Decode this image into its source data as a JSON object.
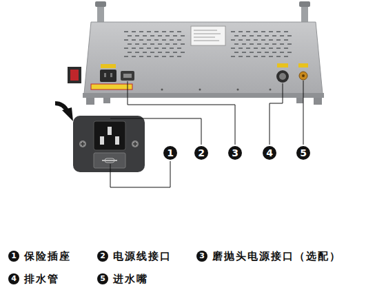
{
  "diagram": {
    "nodes": [
      {
        "text": [
          "1"
        ]
      },
      {
        "text": [
          "2"
        ]
      },
      {
        "text": [
          "3"
        ]
      },
      {
        "text": [
          "4"
        ]
      },
      {
        "text": [
          "5"
        ]
      },
      {
        "text": [
          "1"
        ]
      },
      {
        "text": [
          "2"
        ]
      },
      {
        "text": [
          "3"
        ]
      },
      {
        "text": [
          "4"
        ]
      },
      {
        "text": [
          "5"
        ]
      }
    ],
    "labels": [
      "保险插座",
      "电源线接口",
      "磨抛头电源接口（选配）",
      "排水管",
      "进水嘴"
    ]
  }
}
